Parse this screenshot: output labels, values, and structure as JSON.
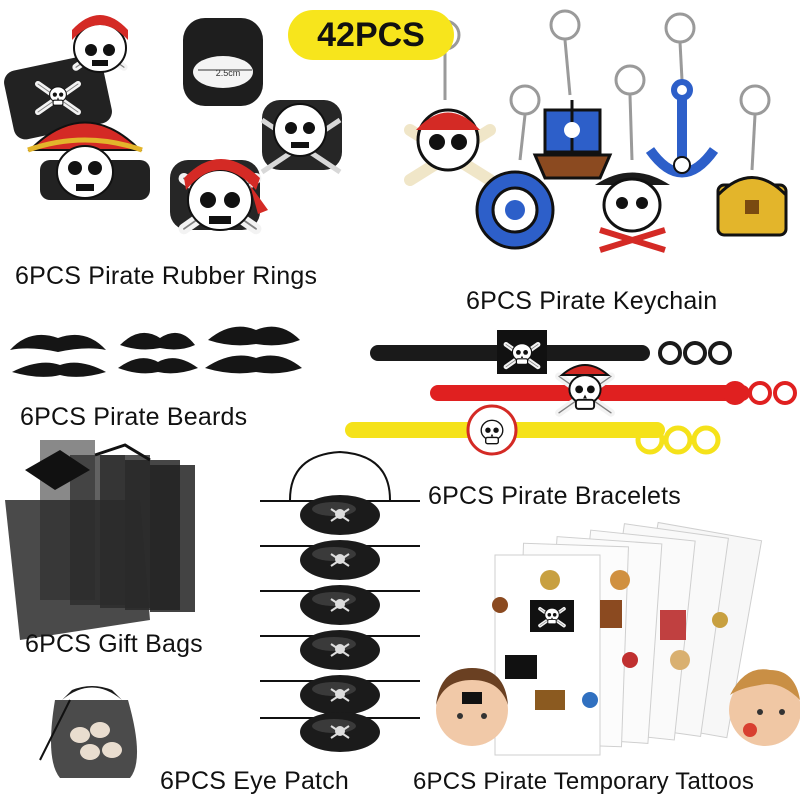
{
  "badge": {
    "count_label": "42PCS",
    "color": "#f7e51c"
  },
  "sections": {
    "rings": {
      "label": "6PCS Pirate Rubber Rings",
      "size_mark": "2.5cm"
    },
    "keychain": {
      "label": "6PCS Pirate Keychain"
    },
    "beards": {
      "label": "6PCS Pirate Beards"
    },
    "bracelets": {
      "label": "6PCS Pirate Bracelets"
    },
    "gift_bags": {
      "label": "6PCS Gift Bags"
    },
    "eye_patch": {
      "label": "6PCS Eye Patch"
    },
    "tattoos": {
      "label": "6PCS Pirate Temporary Tattoos"
    }
  },
  "colors": {
    "bandana_red": "#d42a25",
    "anchor_blue": "#2d5fc9",
    "bracelet_black": "#1a1a1a",
    "bracelet_red": "#e02020",
    "bracelet_yellow": "#f5e21a",
    "chest_gold": "#e3b52b"
  },
  "icons": [
    "skull-crossbones-icon",
    "pirate-ship-icon",
    "ship-wheel-icon",
    "anchor-icon",
    "treasure-chest-icon",
    "pirate-flag-icon"
  ]
}
